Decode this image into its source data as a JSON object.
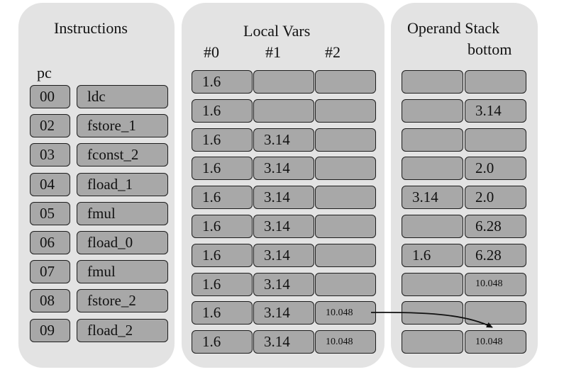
{
  "instructions": {
    "title": "Instructions",
    "pc_label": "pc",
    "rows": [
      {
        "pc": "00",
        "op": "ldc"
      },
      {
        "pc": "02",
        "op": "fstore_1"
      },
      {
        "pc": "03",
        "op": "fconst_2"
      },
      {
        "pc": "04",
        "op": "fload_1"
      },
      {
        "pc": "05",
        "op": "fmul"
      },
      {
        "pc": "06",
        "op": "fload_0"
      },
      {
        "pc": "07",
        "op": "fmul"
      },
      {
        "pc": "08",
        "op": "fstore_2"
      },
      {
        "pc": "09",
        "op": "fload_2"
      }
    ]
  },
  "locals": {
    "title": "Local Vars",
    "columns": [
      "#0",
      "#1",
      "#2"
    ],
    "rows": [
      [
        "1.6",
        "",
        ""
      ],
      [
        "1.6",
        "",
        ""
      ],
      [
        "1.6",
        "3.14",
        ""
      ],
      [
        "1.6",
        "3.14",
        ""
      ],
      [
        "1.6",
        "3.14",
        ""
      ],
      [
        "1.6",
        "3.14",
        ""
      ],
      [
        "1.6",
        "3.14",
        ""
      ],
      [
        "1.6",
        "3.14",
        ""
      ],
      [
        "1.6",
        "3.14",
        "10.048"
      ],
      [
        "1.6",
        "3.14",
        "10.048"
      ]
    ]
  },
  "stack": {
    "title": "Operand Stack",
    "bottom_label": "bottom",
    "rows": [
      [
        "",
        ""
      ],
      [
        "",
        "3.14"
      ],
      [
        "",
        ""
      ],
      [
        "",
        "2.0"
      ],
      [
        "3.14",
        "2.0"
      ],
      [
        "",
        "6.28"
      ],
      [
        "1.6",
        "6.28"
      ],
      [
        "",
        "10.048"
      ],
      [
        "",
        ""
      ],
      [
        "",
        "10.048"
      ]
    ]
  }
}
